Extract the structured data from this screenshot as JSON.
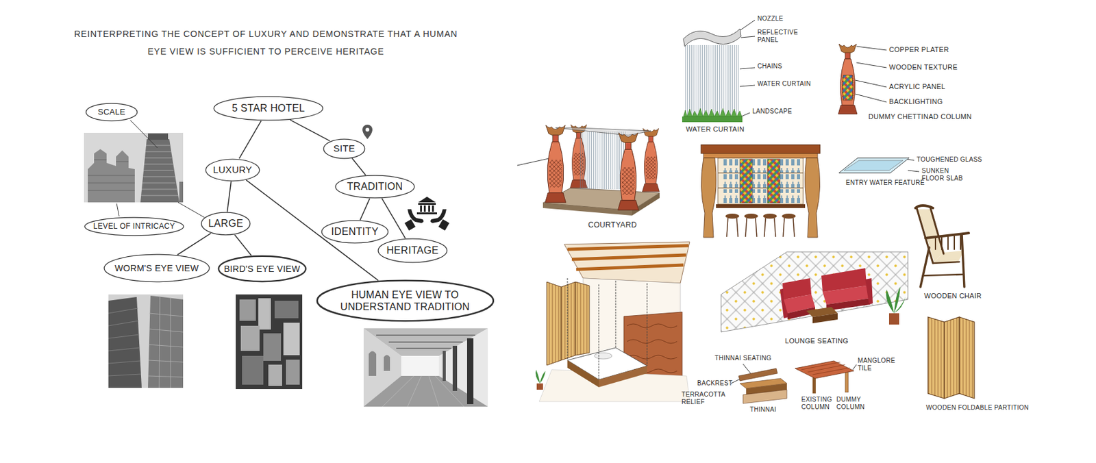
{
  "diagram": {
    "title": "REINTERPRETING THE CONCEPT OF LUXURY AND DEMONSTRATE THAT A HUMAN EYE VIEW IS SUFFICIENT TO PERCEIVE HERITAGE",
    "nodes": [
      {
        "text": [
          "SCALE"
        ]
      },
      {
        "text": [
          "5 STAR HOTEL"
        ]
      },
      {
        "text": [
          "SITE"
        ]
      },
      {
        "text": [
          "LUXURY"
        ]
      },
      {
        "text": [
          "TRADITION"
        ]
      },
      {
        "text": [
          "LEVEL OF INTRICACY"
        ]
      },
      {
        "text": [
          "LARGE"
        ]
      },
      {
        "text": [
          "IDENTITY"
        ]
      },
      {
        "text": [
          "HERITAGE"
        ]
      },
      {
        "text": [
          "WORM'S EYE VIEW"
        ]
      },
      {
        "text": [
          "BIRD'S EYE VIEW"
        ]
      },
      {
        "text": [
          "HUMAN EYE VIEW TO UNDERSTAND TRADITION"
        ]
      }
    ],
    "edges": [
      {
        "from": 1,
        "to": 3,
        "arrow": "none"
      },
      {
        "from": 1,
        "to": 2,
        "arrow": "none"
      },
      {
        "from": 2,
        "to": 4,
        "arrow": "none"
      },
      {
        "from": 4,
        "to": 7,
        "arrow": "none"
      },
      {
        "from": 4,
        "to": 8,
        "arrow": "none"
      },
      {
        "from": 3,
        "to": 6,
        "arrow": "none"
      },
      {
        "from": 3,
        "to": 11,
        "arrow": "none"
      },
      {
        "from": 6,
        "to": 9,
        "arrow": "none"
      },
      {
        "from": 6,
        "to": 10,
        "arrow": "none"
      }
    ],
    "labels": [
      "NOZZLE",
      "REFLECTIVE PANEL",
      "CHAINS",
      "WATER CURTAIN",
      "LANDSCAPE",
      "WATER CURTAIN",
      "COPPER PLATER",
      "WOODEN TEXTURE",
      "ACRYLIC PANEL",
      "BACKLIGHTING",
      "DUMMY CHETTINAD COLUMN",
      "COURTYARD",
      "TOUGHENED GLASS",
      "SUNKEN FLOOR SLAB",
      "ENTRY WATER FEATURE",
      "WOODEN CHAIR",
      "LOUNGE SEATING",
      "TERRACOTTA RELIEF",
      "THINNAI SEATING",
      "BACKREST",
      "THINNAI",
      "MANGLORE TILE",
      "EXISTING COLUMN",
      "DUMMY COLUMN",
      "WOODEN FOLDABLE PARTITION"
    ]
  }
}
